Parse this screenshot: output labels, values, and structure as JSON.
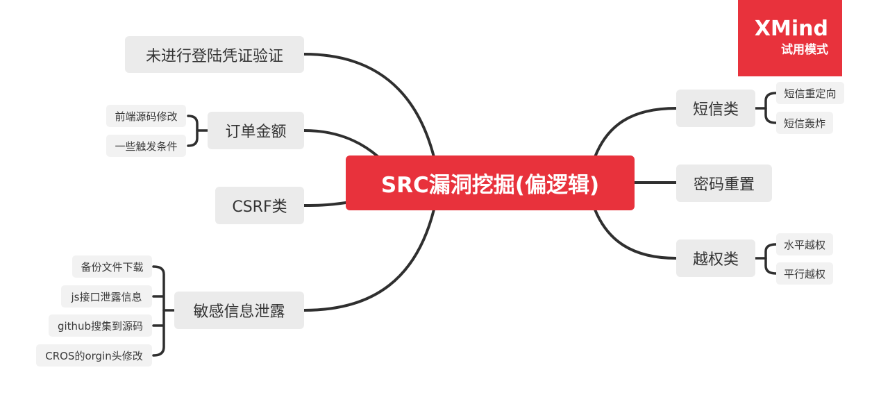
{
  "watermark": {
    "logo": "XMind",
    "subtitle": "试用模式"
  },
  "root": {
    "label": "SRC漏洞挖掘(偏逻辑)"
  },
  "left_branches": [
    {
      "label": "未进行登陆凭证验证",
      "children": []
    },
    {
      "label": "订单金额",
      "children": [
        "前端源码修改",
        "一些触发条件"
      ]
    },
    {
      "label": "CSRF类",
      "children": []
    },
    {
      "label": "敏感信息泄露",
      "children": [
        "备份文件下载",
        "js接口泄露信息",
        "github搜集到源码",
        "CROS的orgin头修改"
      ]
    }
  ],
  "right_branches": [
    {
      "label": "短信类",
      "children": [
        "短信重定向",
        "短信轰炸"
      ]
    },
    {
      "label": "密码重置",
      "children": []
    },
    {
      "label": "越权类",
      "children": [
        "水平越权",
        "平行越权"
      ]
    }
  ],
  "colors": {
    "root": "#e8323c",
    "node": "#ebebeb",
    "subnode": "#f2f2f2",
    "line": "#2f2f2f"
  }
}
